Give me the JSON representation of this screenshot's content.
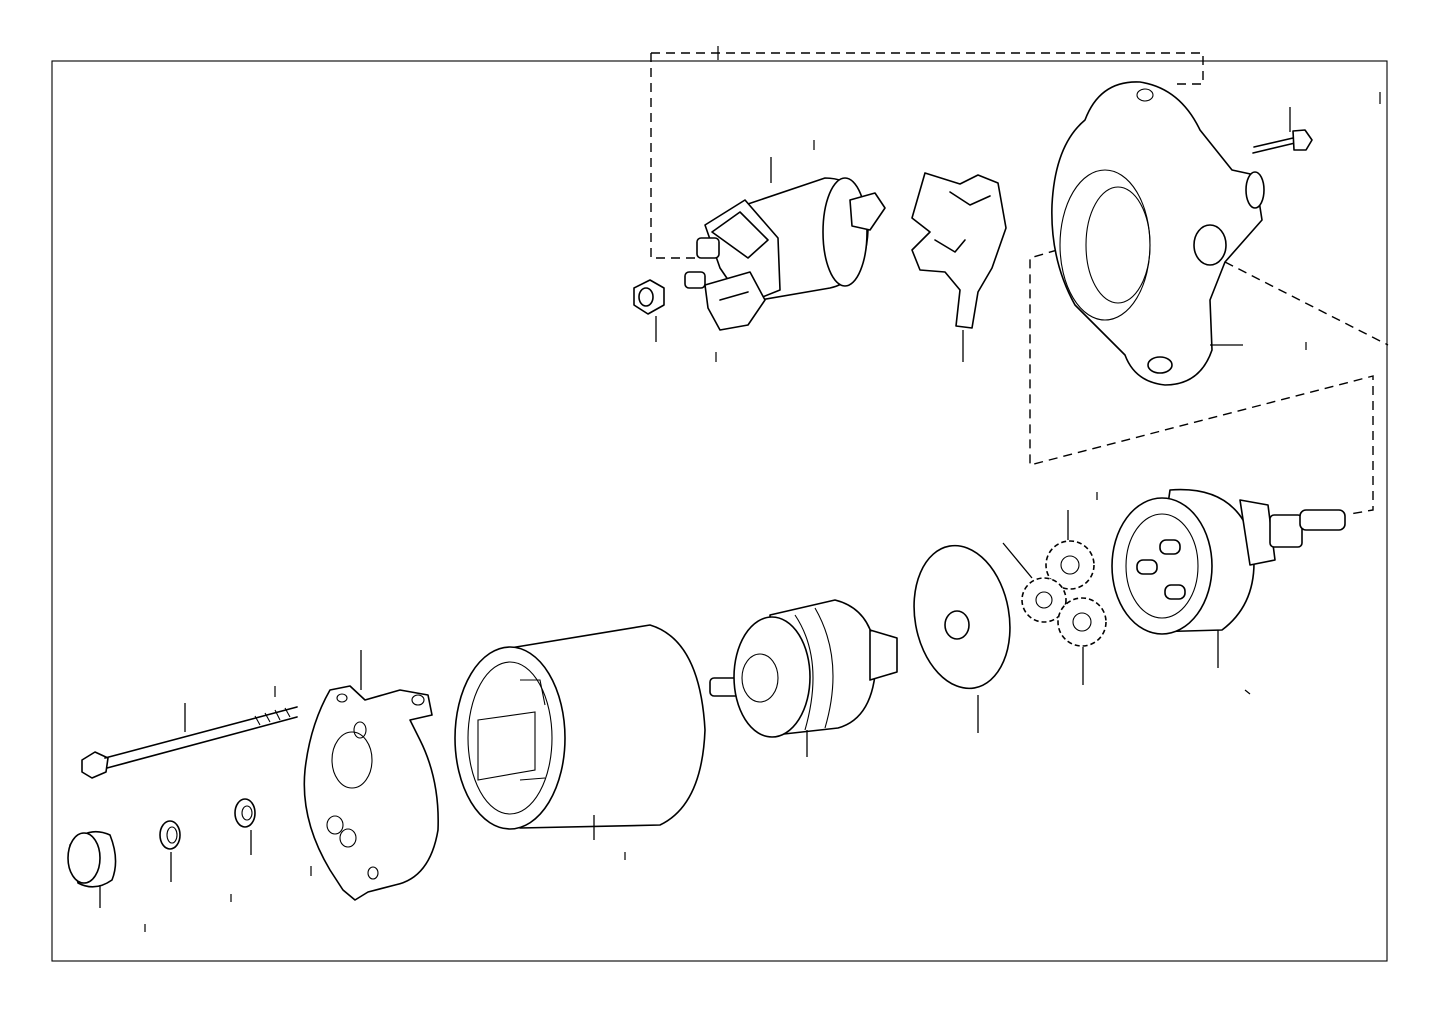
{
  "diagram": {
    "type": "exploded-parts-view",
    "parts": [
      {
        "id": "magnetic-switch",
        "icon": "solenoid-icon"
      },
      {
        "id": "terminal-nut",
        "icon": "nut-icon"
      },
      {
        "id": "drive-lever",
        "icon": "lever-icon"
      },
      {
        "id": "drive-housing",
        "icon": "housing-icon"
      },
      {
        "id": "housing-bolt",
        "icon": "bolt-icon"
      },
      {
        "id": "clutch-pinion-assembly",
        "icon": "clutch-icon"
      },
      {
        "id": "planetary-gears",
        "icon": "gear-icon"
      },
      {
        "id": "gear-plate",
        "icon": "disc-icon"
      },
      {
        "id": "armature",
        "icon": "armature-icon"
      },
      {
        "id": "yoke",
        "icon": "yoke-icon"
      },
      {
        "id": "end-frame",
        "icon": "end-frame-icon"
      },
      {
        "id": "through-bolt",
        "icon": "bolt-icon"
      },
      {
        "id": "end-cap",
        "icon": "cap-icon"
      },
      {
        "id": "o-ring",
        "icon": "ring-icon"
      },
      {
        "id": "washer",
        "icon": "washer-icon"
      }
    ]
  }
}
